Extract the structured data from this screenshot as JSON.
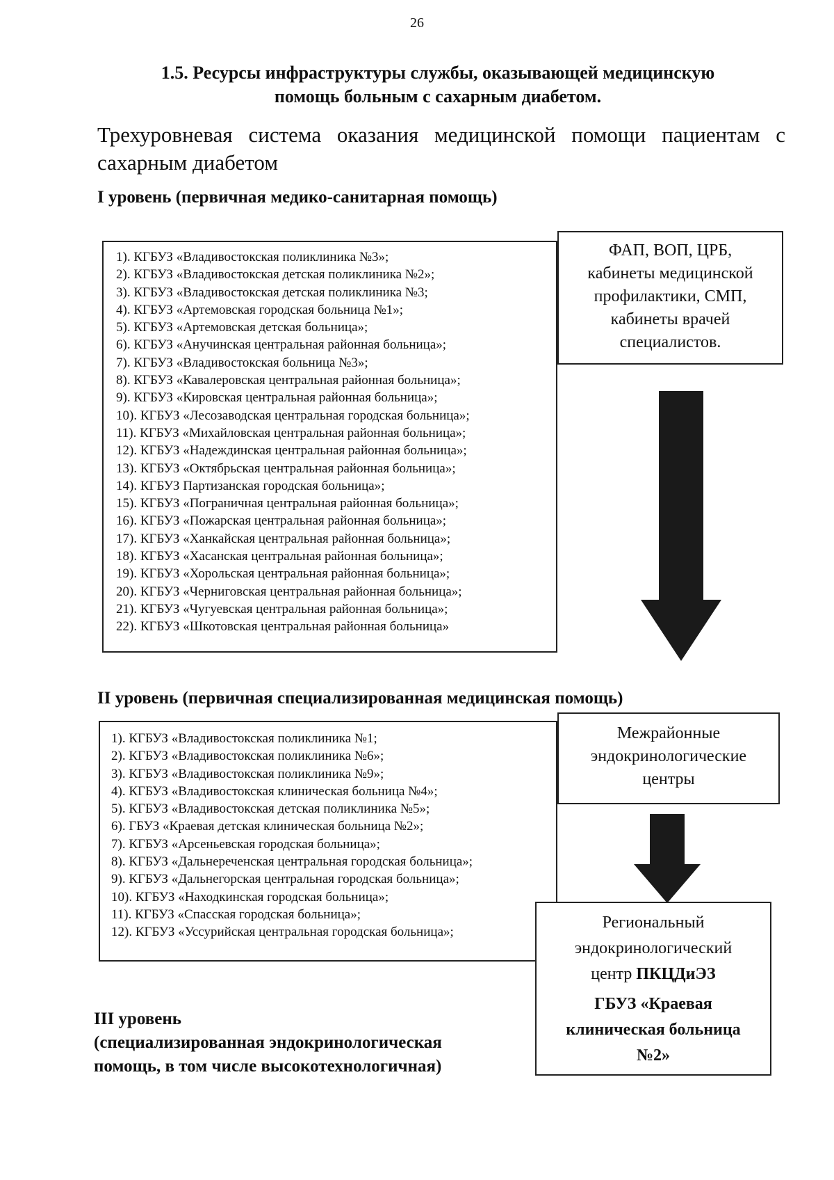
{
  "page_number": "26",
  "section_title": {
    "line1": "1.5. Ресурсы инфраструктуры службы, оказывающей медицинскую",
    "line2": "помощь больным с сахарным диабетом."
  },
  "subtitle": "Трехуровневая система оказания медицинской помощи пациентам с сахарным диабетом",
  "level1": {
    "heading": "I уровень (первичная медико-санитарная помощь)",
    "items": [
      "1). КГБУЗ «Владивостокская поликлиника №3»;",
      "2).  КГБУЗ «Владивостокская детская поликлиника №2»;",
      "3). КГБУЗ «Владивостокская детская поликлиника №3;",
      "4). КГБУЗ «Артемовская городская больница №1»;",
      "5). КГБУЗ «Артемовская детская больница»;",
      "6). КГБУЗ «Анучинская центральная районная больница»;",
      "7). КГБУЗ «Владивостокская больница №3»;",
      "8). КГБУЗ «Кавалеровская центральная районная больница»;",
      "9). КГБУЗ «Кировская центральная районная больница»;",
      "10). КГБУЗ «Лесозаводская центральная городская больница»;",
      "11). КГБУЗ «Михайловская центральная районная больница»;",
      "12). КГБУЗ «Надеждинская центральная районная больница»;",
      "13). КГБУЗ «Октябрьская центральная районная больница»;",
      "14). КГБУЗ Партизанская городская больница»;",
      "15). КГБУЗ «Пограничная центральная районная больница»;",
      "16). КГБУЗ «Пожарская центральная районная больница»;",
      "17). КГБУЗ «Ханкайская центральная районная больница»;",
      "18). КГБУЗ «Хасанская центральная районная больница»;",
      "19). КГБУЗ «Хорольская центральная районная больница»;",
      "20). КГБУЗ «Черниговская центральная районная больница»;",
      "21). КГБУЗ «Чугуевская центральная районная больница»;",
      "22). КГБУЗ «Шкотовская центральная районная больница»"
    ],
    "box_lines": [
      "ФАП, ВОП, ЦРБ,",
      "кабинеты медицинской",
      "профилактики, СМП,",
      "кабинеты врачей",
      "специалистов."
    ]
  },
  "level2": {
    "heading": "II уровень  (первичная специализированная медицинская помощь)",
    "items": [
      "1). КГБУЗ «Владивостокская поликлиника №1;",
      "2). КГБУЗ «Владивостокская поликлиника №6»;",
      "3). КГБУЗ «Владивостокская поликлиника №9»;",
      "4). КГБУЗ «Владивостокская клиническая больница №4»;",
      "5). КГБУЗ «Владивостокская детская поликлиника №5»;",
      "6). ГБУЗ «Краевая детская клиническая больница №2»;",
      "7). КГБУЗ «Арсеньевская городская больница»;",
      "8). КГБУЗ «Дальнереченская центральная городская больница»;",
      "9). КГБУЗ «Дальнегорская центральная городская больница»;",
      "10). КГБУЗ «Находкинская городская больница»;",
      "11). КГБУЗ «Спасская городская больница»;",
      "12). КГБУЗ «Уссурийская центральная городская больница»;"
    ],
    "box_lines": [
      "Межрайонные",
      "эндокринологические",
      "центры"
    ]
  },
  "level3": {
    "heading_line1": "III уровень",
    "heading_line2": "(специализированная эндокринологическая",
    "heading_line3": "помощь, в том числе высокотехнологичная)",
    "box": {
      "line1": "Региональный",
      "line2": "эндокринологический",
      "line3_prefix": "центр ",
      "line3_bold": "ПКЦДиЭЗ",
      "bold_line1": "ГБУЗ «Краевая",
      "bold_line2": "клиническая больница",
      "bold_line3": "№2»"
    }
  },
  "colors": {
    "text": "#111111",
    "border": "#222222",
    "arrow": "#1a1a1a"
  }
}
